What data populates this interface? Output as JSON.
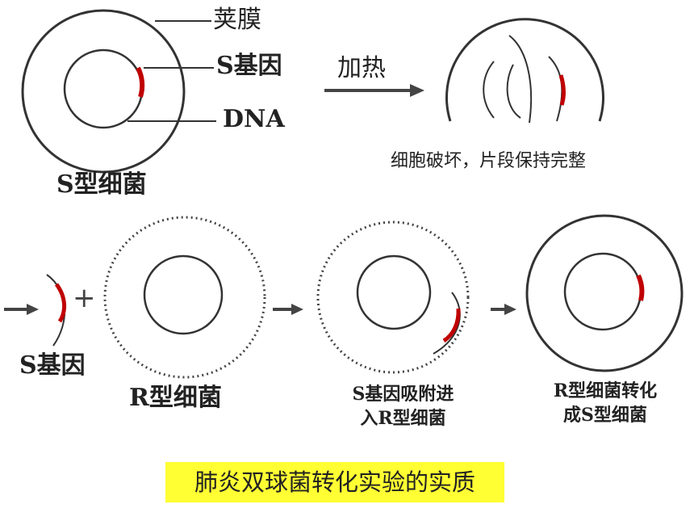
{
  "labels": {
    "capsule": "荚膜",
    "s_gene": "S基因",
    "dna": "DNA",
    "heat": "加热",
    "s_bacteria": "S型细菌",
    "broken_note": "细胞破坏，片段保持完整",
    "s_gene_free": "S基因",
    "r_bacteria": "R型细菌",
    "gene_attach_line1": "S基因吸附进",
    "gene_attach_line2": "入R型细菌",
    "transform_line1": "R型细菌转化",
    "transform_line2": "成S型细菌",
    "plus": "+"
  },
  "caption": "肺炎双球菌转化实验的实质",
  "colors": {
    "outline": "#333333",
    "gene": "#c00000",
    "banner": "#ffff33"
  }
}
